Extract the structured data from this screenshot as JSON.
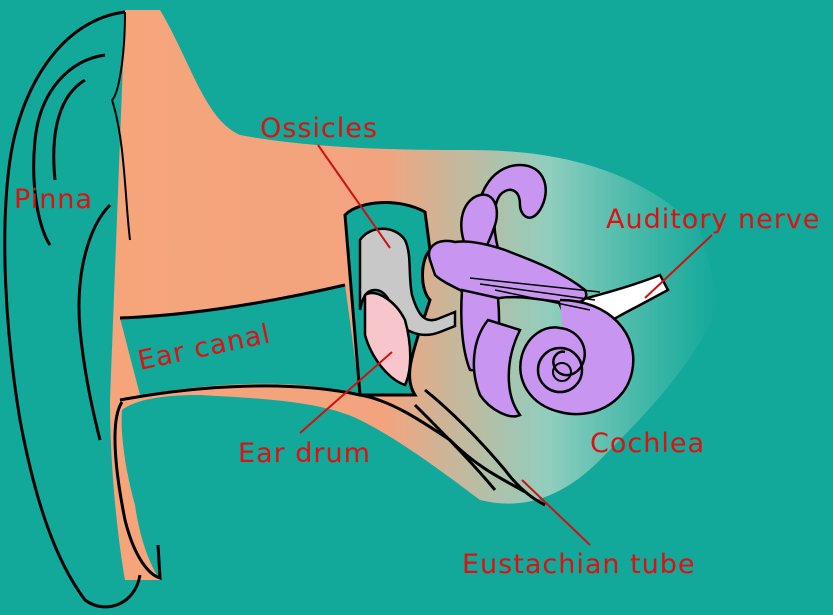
{
  "labels": {
    "pinna": "Pinna",
    "ossicles": "Ossicles",
    "auditory_nerve": "Auditory nerve",
    "ear_canal": "Ear canal",
    "ear_drum": "Ear drum",
    "cochlea": "Cochlea",
    "eustachian_tube": "Eustachian tube"
  },
  "colors": {
    "background": "#12a89a",
    "skin": "#f4a57a",
    "inner_ear": "#c896f0",
    "ossicles": "#c8c8c8",
    "ear_drum": "#f6c6cc",
    "nerve": "#ffffff",
    "outline": "#000000",
    "label_text": "#e01010"
  }
}
